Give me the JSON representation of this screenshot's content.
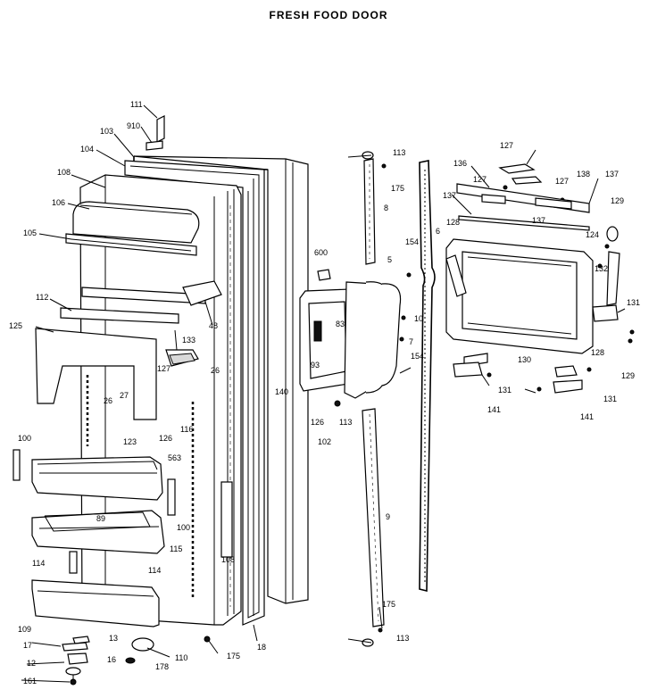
{
  "title": "FRESH FOOD DOOR",
  "labels": {
    "l111": "111",
    "l910": "910",
    "l103": "103",
    "l104": "104",
    "l108a": "108",
    "l106": "106",
    "l105": "105",
    "l112": "112",
    "l125": "125",
    "l133": "133",
    "l48": "48",
    "l127a": "127",
    "l26a": "26",
    "l26b": "26",
    "l27": "27",
    "l126a": "126",
    "l116": "116",
    "l563": "563",
    "l100a": "100",
    "l123": "123",
    "l100b": "100",
    "l89": "89",
    "l115": "115",
    "l114a": "114",
    "l114b": "114",
    "l108b": "108",
    "l109": "109",
    "l13": "13",
    "l17": "17",
    "l16": "16",
    "l12": "12",
    "l161": "161",
    "l110": "110",
    "l178": "178",
    "l175a": "175",
    "l18": "18",
    "l140": "140",
    "l600": "600",
    "l83": "83",
    "l93": "93",
    "l126b": "126",
    "l102": "102",
    "l113a": "113",
    "l113b": "113",
    "l113c": "113",
    "l175b": "175",
    "l8": "8",
    "l5": "5",
    "l154a": "154",
    "l10": "10",
    "l7": "7",
    "l154b": "154",
    "l6": "6",
    "l9": "9",
    "l175c": "175",
    "l127b": "127",
    "l127c": "127",
    "l127d": "127",
    "l136": "136",
    "l138": "138",
    "l137a": "137",
    "l137b": "137",
    "l137c": "137",
    "l128a": "128",
    "l124": "124",
    "l129a": "129",
    "l132": "132",
    "l131a": "131",
    "l128b": "128",
    "l129b": "129",
    "l130": "130",
    "l131b": "131",
    "l131c": "131",
    "l141a": "141",
    "l141b": "141"
  }
}
